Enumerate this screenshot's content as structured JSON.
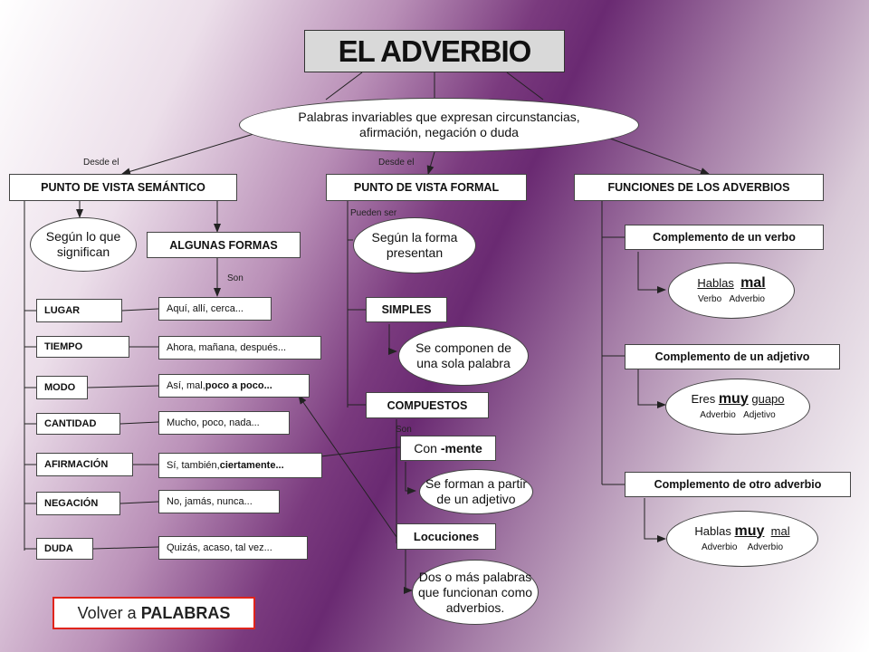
{
  "title": "EL ADVERBIO",
  "definition": [
    "Palabras invariables que expresan circunstancias,",
    "afirmación, negación o duda"
  ],
  "connectors": {
    "desde1": "Desde el",
    "desde2": "Desde el",
    "son1": "Son",
    "pueden": "Pueden ser",
    "son2": "Son"
  },
  "semantic": {
    "header": "PUNTO DE VISTA SEMÁNTICO",
    "meaning": [
      "Según lo que",
      "significan"
    ],
    "forms_header": "ALGUNAS FORMAS",
    "categories": [
      "LUGAR",
      "TIEMPO",
      "MODO",
      "CANTIDAD",
      "AFIRMACIÓN",
      "NEGACIÓN",
      "DUDA"
    ],
    "examples": [
      {
        "normal": "Aquí, allí, cerca...",
        "bold": ""
      },
      {
        "normal": "Ahora, mañana, después...",
        "bold": ""
      },
      {
        "normal": "Así, mal, ",
        "bold": "poco a poco..."
      },
      {
        "normal": "Mucho, poco, nada...",
        "bold": ""
      },
      {
        "normal": "Sí, también, ",
        "bold": "ciertamente..."
      },
      {
        "normal": "No, jamás, nunca...",
        "bold": ""
      },
      {
        "normal": "Quizás, acaso, tal vez...",
        "bold": ""
      }
    ]
  },
  "formal": {
    "header": "PUNTO DE VISTA FORMAL",
    "form": [
      "Según la forma",
      "presentan"
    ],
    "simples": "SIMPLES",
    "simples_desc": [
      "Se componen de",
      "una sola palabra"
    ],
    "compuestos": "COMPUESTOS",
    "mente_prefix": "Con ",
    "mente_bold": "-mente",
    "mente_desc": [
      "Se forman a partir",
      "de un adjetivo"
    ],
    "locuciones": "Locuciones",
    "locuciones_desc": [
      "Dos o más palabras",
      "que funcionan como",
      "adverbios."
    ]
  },
  "functions": {
    "header": "FUNCIONES DE LOS ADVERBIOS",
    "verb": "Complemento de un verbo",
    "verb_ex": {
      "w1": "Hablas",
      "w2": "mal",
      "t1": "Verbo",
      "t2": "Adverbio"
    },
    "adj": "Complemento de un adjetivo",
    "adj_ex": {
      "w0": "Eres",
      "w1": "muy",
      "w2": "guapo",
      "t1": "Adverbio",
      "t2": "Adjetivo"
    },
    "adv": "Complemento de otro adverbio",
    "adv_ex": {
      "w0": "Hablas",
      "w1": "muy",
      "w2": "mal",
      "t1": "Adverbio",
      "t2": "Adverbio"
    }
  },
  "back": {
    "prefix": "Volver a ",
    "bold": "PALABRAS"
  }
}
